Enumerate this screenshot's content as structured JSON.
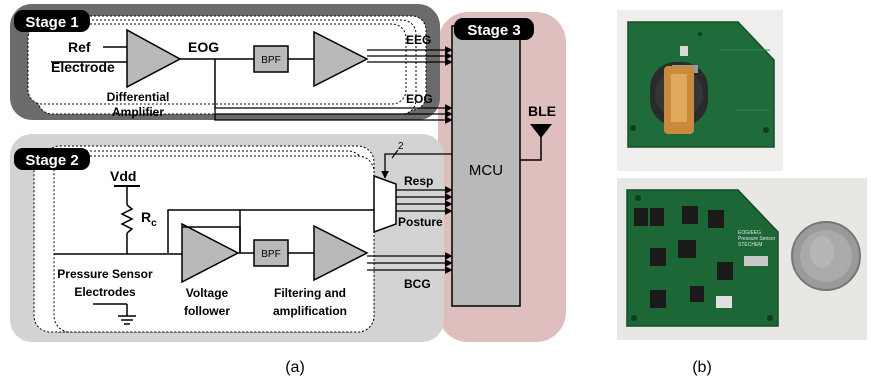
{
  "diagram": {
    "stage1": {
      "title": "Stage 1",
      "input_ref": "Ref",
      "input_electrode": "Electrode",
      "amp_label_line1": "Differential",
      "amp_label_line2": "Amplifier",
      "signal": "EOG",
      "filter": "BPF"
    },
    "stage2": {
      "title": "Stage 2",
      "supply": "Vdd",
      "resistor": "R",
      "resistor_sub": "c",
      "sensor_line1": "Pressure Sensor",
      "sensor_line2": "Electrodes",
      "follower_line1": "Voltage",
      "follower_line2": "follower",
      "filter": "BPF",
      "filt_amp_line1": "Filtering and",
      "filt_amp_line2": "amplification",
      "bus_width": "2"
    },
    "stage3": {
      "title": "Stage 3",
      "mcu": "MCU",
      "ble": "BLE"
    },
    "outputs": {
      "eeg": "EEG",
      "eog": "EOG",
      "resp": "Resp",
      "posture": "Posture",
      "bcg": "BCG"
    },
    "captions": {
      "a": "(a)",
      "b": "(b)"
    }
  },
  "photos": {
    "board_top": {
      "board_color": "#1f6b3a",
      "battery_holder": "#2a2a2a",
      "battery_tab": "#c98a3c"
    },
    "board_bottom": {
      "board_color": "#1d6636",
      "chip_color": "#1a1a1a",
      "silkscreen": [
        "EOG/EEG",
        "Pressure Sensor",
        "STECHEM"
      ],
      "coin_color": "#9a9a9a"
    }
  }
}
